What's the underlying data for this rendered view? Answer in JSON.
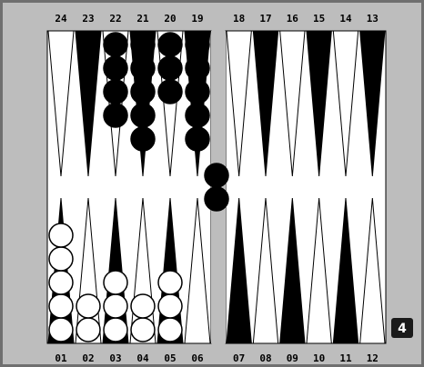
{
  "board": {
    "top_labels": [
      "24",
      "23",
      "22",
      "21",
      "20",
      "19",
      "18",
      "17",
      "16",
      "15",
      "14",
      "13"
    ],
    "bottom_labels": [
      "01",
      "02",
      "03",
      "04",
      "05",
      "06",
      "07",
      "08",
      "09",
      "10",
      "11",
      "12"
    ],
    "colors": {
      "frame": "#bdbdbd",
      "border": "#6f6f6f",
      "field": "#ffffff",
      "dark_point": "#000000",
      "light_point": "#ffffff",
      "black_checker": "#000000",
      "white_checker": "#ffffff"
    },
    "checkers": {
      "top": [
        {
          "point": "22",
          "color": "black",
          "count": 4
        },
        {
          "point": "21",
          "color": "black",
          "count": 5
        },
        {
          "point": "20",
          "color": "black",
          "count": 3
        },
        {
          "point": "19",
          "color": "black",
          "count": 5
        }
      ],
      "bottom": [
        {
          "point": "01",
          "color": "white",
          "count": 5
        },
        {
          "point": "02",
          "color": "white",
          "count": 2
        },
        {
          "point": "03",
          "color": "white",
          "count": 3
        },
        {
          "point": "04",
          "color": "white",
          "count": 2
        },
        {
          "point": "05",
          "color": "white",
          "count": 3
        }
      ],
      "bar": {
        "color": "black",
        "count": 2
      }
    },
    "doubling_cube": {
      "value": "4"
    }
  }
}
